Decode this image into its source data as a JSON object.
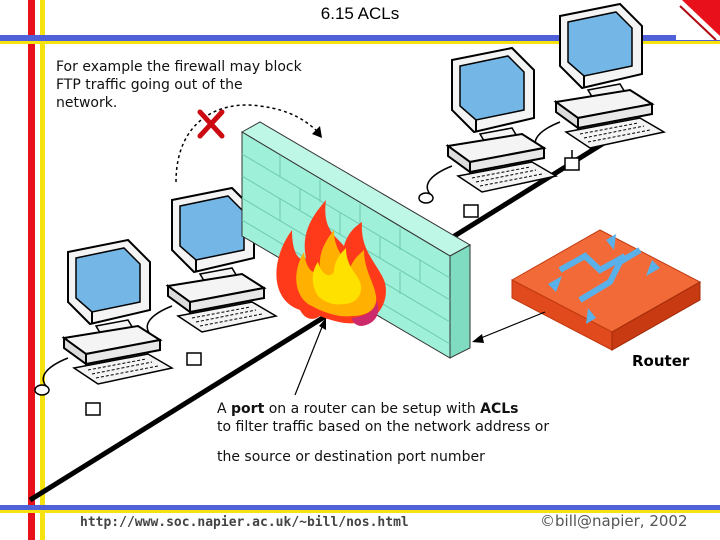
{
  "slide": {
    "title": "6.15 ACLs",
    "caption_top": "For example the firewall may block FTP traffic going out of the network.",
    "router_label": "Router",
    "caption_bottom": {
      "prefix": "A ",
      "port_word": "port",
      "middle": " on a router can be setup with ",
      "acl_word": "ACLs",
      "line2": "to filter traffic based on the network address or",
      "line3": "the source or destination port number"
    },
    "footer_url": "http://www.soc.napier.ac.uk/~bill/nos.html",
    "footer_copy": "©bill@napier, 2002"
  },
  "colors": {
    "red_bar": "#e8101a",
    "yellow_bar": "#f5e20e",
    "blue_bar": "#5060d8",
    "firewall": "#9ff0d8",
    "router": "#f05a28",
    "monitor_screen": "#74b6e6",
    "flame_outer": "#ff3a1a",
    "flame_inner": "#ffe100"
  },
  "icons": [
    "computer-icon",
    "firewall-icon",
    "flame-icon",
    "router-icon",
    "block-x-icon",
    "network-node-icon"
  ]
}
